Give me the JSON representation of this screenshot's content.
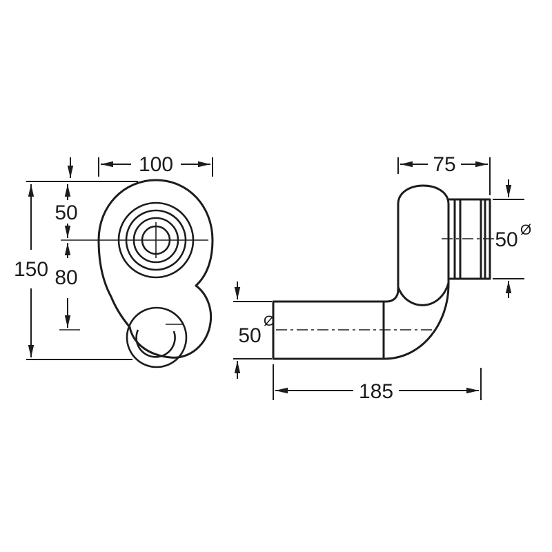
{
  "drawing": {
    "background": "#ffffff",
    "line_color": "#1c1c1c",
    "views": {
      "front": {
        "dims": {
          "width": "100",
          "top_to_center": "50",
          "center_to_outlet": "80",
          "height": "150"
        }
      },
      "side": {
        "dims": {
          "top_width": "75",
          "outlet_dia": "50",
          "outlet_dia_sym": "Ø",
          "pipe_dia": "50",
          "pipe_dia_sym": "Ø",
          "length": "185"
        }
      }
    }
  }
}
